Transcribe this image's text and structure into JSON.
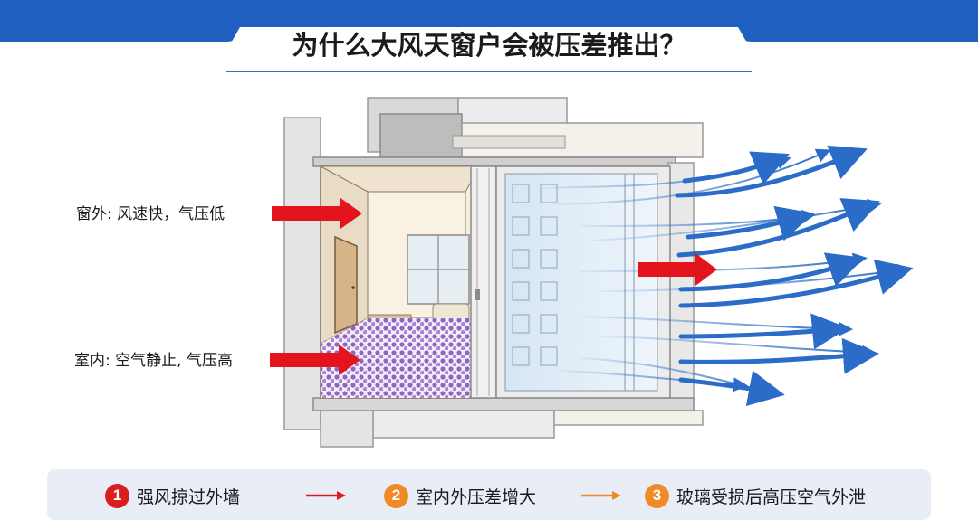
{
  "title": "为什么大风天窗户会被压差推出？",
  "labels": {
    "outside": "窗外: 风速快，气压低",
    "inside": "室内: 空气静止, 气压高"
  },
  "steps": [
    {
      "number": "1",
      "text": "强风掠过外墙",
      "color": "#d81e1e"
    },
    {
      "number": "2",
      "text": "室内外压差增大",
      "color": "#f08a24"
    },
    {
      "number": "3",
      "text": "玻璃受损后高压空气外泄",
      "color": "#f08a24"
    }
  ],
  "colors": {
    "accent_blue": "#2f6fce",
    "pressure_arrow_red": "#e3141b",
    "wind_arrow_blue": "#2a6cc7",
    "high_pressure_dots": "#7a4fb5"
  }
}
